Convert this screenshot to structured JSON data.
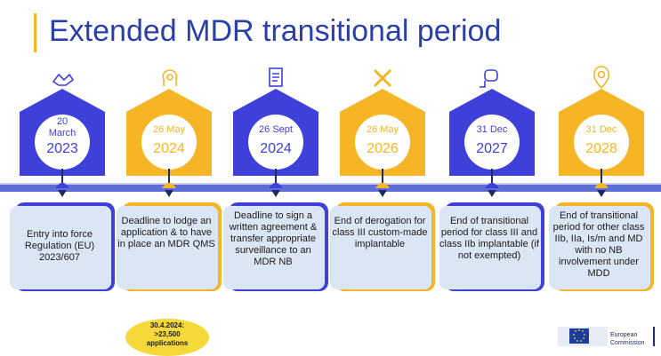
{
  "title": "Extended MDR transitional period",
  "milestones": [
    {
      "day": "20\nMarch",
      "year": "2023",
      "text": "Entry into force Regulation (EU) 2023/607",
      "color": "#3f3fd9",
      "icon": "handshake-icon"
    },
    {
      "day": "26 May",
      "year": "2024",
      "text": "Deadline to lodge an application & to have in place an MDR QMS",
      "color": "#f5b525",
      "icon": "head-gear-icon"
    },
    {
      "day": "26 Sept",
      "year": "2024",
      "text": "Deadline to sign a written agreement & transfer appropriate surveillance to an MDR NB",
      "color": "#3f3fd9",
      "icon": "document-sign-icon"
    },
    {
      "day": "26 May",
      "year": "2026",
      "text": "End of derogation for class III custom-made implantable",
      "color": "#f5b525",
      "icon": "tools-icon"
    },
    {
      "day": "31 Dec",
      "year": "2027",
      "text": "End of transitional period for class III and class IIb implantable (if not exempted)",
      "color": "#3f3fd9",
      "icon": "implant-device-icon"
    },
    {
      "day": "31 Dec",
      "year": "2028",
      "text": "End of transitional period for other class IIb, IIa, Is/m and MD with no NB involvement under MDD",
      "color": "#f5b525",
      "icon": "location-pin-icon"
    }
  ],
  "note": "30.4.2024:\n>23,500\napplications",
  "logo": {
    "line1": "European",
    "line2": "Commission"
  },
  "colors": {
    "blue": "#3f3fd9",
    "yellow": "#f5b525",
    "title": "#2a3fa8",
    "card": "#dbe6f5"
  }
}
